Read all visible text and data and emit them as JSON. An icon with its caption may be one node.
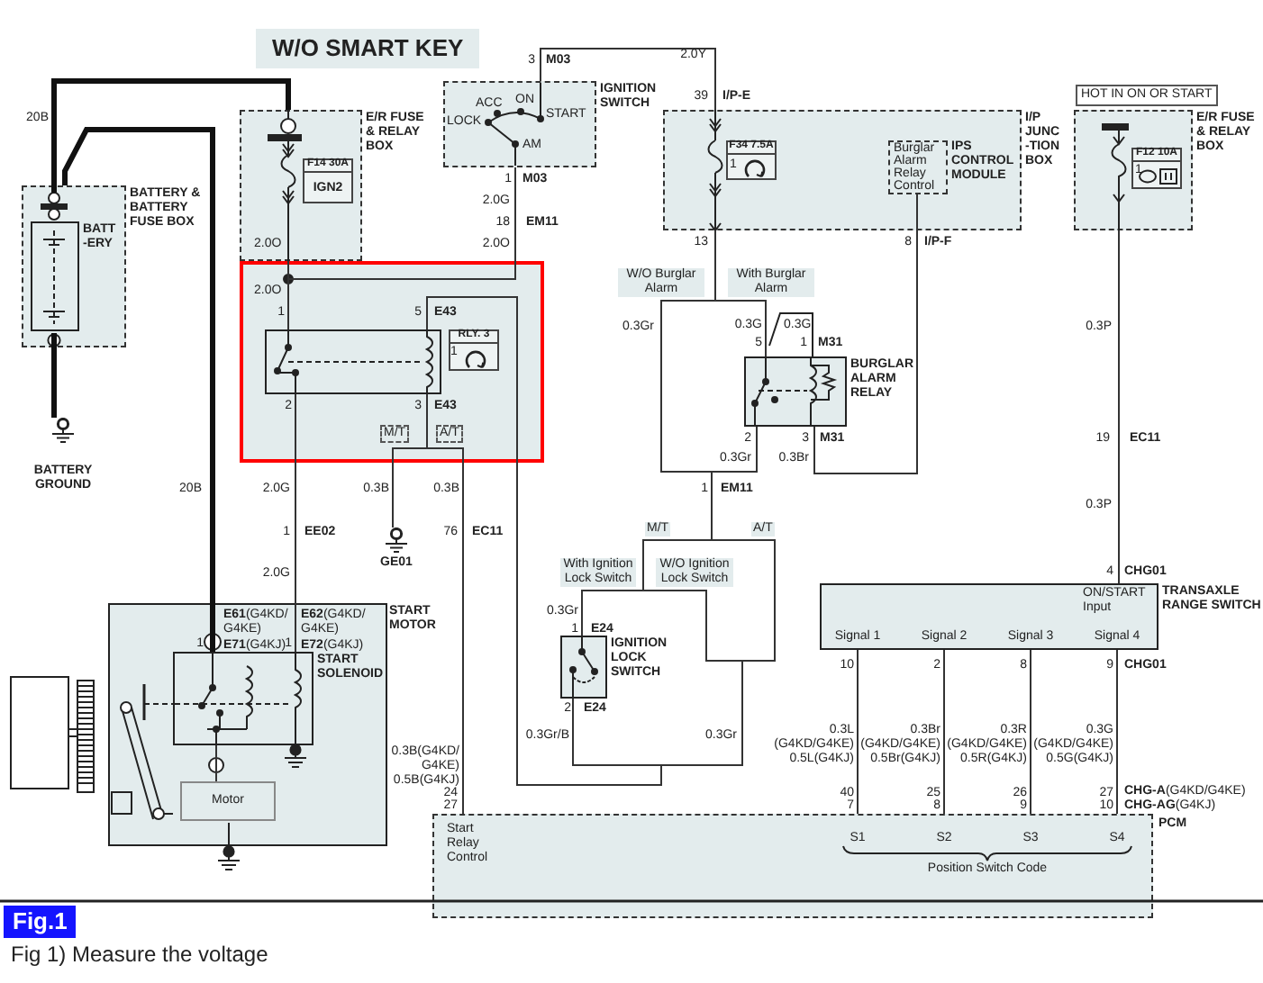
{
  "diagram": {
    "title": "W/O SMART KEY",
    "caption": "Fig 1) Measure the voltage",
    "nodes": [
      {
        "text": [
          "BATTERY & BATTERY FUSE BOX"
        ]
      },
      {
        "text": [
          "BATT -ERY"
        ],
        "in": 0
      },
      {
        "text": [
          "BATTERY GROUND"
        ]
      },
      {
        "text": [
          "E/R FUSE & RELAY BOX"
        ]
      },
      {
        "text": [
          "F14 30A",
          "IGN2"
        ],
        "in": 3
      },
      {
        "text": [
          "RLY. 3"
        ]
      },
      {
        "text": [
          "ACC",
          "ON",
          "LOCK",
          "START",
          "AM",
          "IGNITION SWITCH"
        ]
      },
      {
        "text": [
          "I/P JUNC -TION BOX"
        ]
      },
      {
        "text": [
          "F34 7.5A"
        ],
        "in": 7
      },
      {
        "text": [
          "Burglar Alarm Relay Control",
          "IPS CONTROL MODULE"
        ],
        "in": 7
      },
      {
        "text": [
          "E/R FUSE & RELAY BOX"
        ]
      },
      {
        "text": [
          "F12 10A"
        ],
        "in": 10
      },
      {
        "text": [
          "BURGLAR ALARM RELAY"
        ]
      },
      {
        "text": [
          "GE01"
        ]
      },
      {
        "text": [
          "IGNITION LOCK SWITCH"
        ]
      },
      {
        "text": [
          "ON/START Input",
          "TRANSAXLE RANGE SWITCH",
          "Signal 1",
          "Signal 2",
          "Signal 3",
          "Signal 4"
        ]
      },
      {
        "text": [
          "START MOTOR"
        ]
      },
      {
        "text": [
          "START SOLENOID"
        ],
        "in": 16
      },
      {
        "text": [
          "Motor"
        ],
        "in": 16
      },
      {
        "text": [
          "PCM",
          "Start Relay Control",
          "S1",
          "S2",
          "S3",
          "S4",
          "Position Switch Code"
        ]
      }
    ],
    "edges": [
      {
        "from": 0,
        "to": 3,
        "arrow": "none",
        "style": "thick"
      },
      {
        "from": 0,
        "to": 17,
        "arrow": "none",
        "style": "thick"
      },
      {
        "from": 1,
        "to": 2,
        "arrow": "none",
        "style": "thick"
      },
      {
        "from": 3,
        "to": 5,
        "arrow": "none"
      },
      {
        "from": 6,
        "to": 5,
        "arrow": "none"
      },
      {
        "from": 6,
        "to": 7,
        "arrow": "none"
      },
      {
        "from": 7,
        "to": 12,
        "arrow": "none"
      },
      {
        "from": 7,
        "to": 14,
        "arrow": "none"
      },
      {
        "from": 7,
        "to": 5,
        "arrow": "none"
      },
      {
        "from": 12,
        "to": 14,
        "arrow": "none"
      },
      {
        "from": 12,
        "to": 5,
        "arrow": "none"
      },
      {
        "from": 14,
        "to": 5,
        "arrow": "none"
      },
      {
        "from": 12,
        "to": 9,
        "arrow": "none"
      },
      {
        "from": 5,
        "to": 17,
        "arrow": "none"
      },
      {
        "from": 5,
        "to": 13,
        "arrow": "none"
      },
      {
        "from": 5,
        "to": 19,
        "arrow": "none"
      },
      {
        "from": 10,
        "to": 15,
        "arrow": "none"
      },
      {
        "from": 15,
        "to": 19,
        "arrow": "none"
      },
      {
        "from": 15,
        "to": 19,
        "arrow": "none"
      },
      {
        "from": 15,
        "to": 19,
        "arrow": "none"
      },
      {
        "from": 15,
        "to": 19,
        "arrow": "none"
      },
      {
        "from": 17,
        "to": 18,
        "arrow": "none"
      }
    ],
    "labels": [
      "20B",
      "3",
      "M03",
      "2.0Y",
      "39",
      "I/P-E",
      "HOT IN ON OR START",
      "1",
      "1",
      "1",
      "M03",
      "2.0G",
      "18",
      "EM11",
      "2.0O",
      "2.0O",
      "13",
      "8",
      "I/P-F",
      "W/O Burglar Alarm",
      "With Burglar Alarm",
      "2.0O",
      "1",
      "5",
      "E43",
      "0.3Gr",
      "0.3G",
      "0.3G",
      "5",
      "1",
      "M31",
      "0.3P",
      "1",
      "2",
      "3",
      "E43",
      "M/T",
      "A/T",
      "2",
      "3",
      "M31",
      "19",
      "EC11",
      "0.3Gr",
      "0.3Br",
      "20B",
      "2.0G",
      "0.3B",
      "0.3B",
      "1",
      "EM11",
      "0.3P",
      "1",
      "EE02",
      "76",
      "EC11",
      "M/T",
      "A/T",
      "2.0G",
      "With Ignition Lock Switch",
      "W/O Ignition Lock Switch",
      "4",
      "CHG01",
      "**E61**(G4KD/ G4KE)",
      "**E62**(G4KD/ G4KE)",
      "0.3Gr",
      "1",
      "E24",
      "1",
      "**E71**(G4KJ)",
      "1",
      "**E72**(G4KJ)",
      "10",
      "2",
      "8",
      "9",
      "CHG01",
      "2",
      "E24",
      "0.3Gr/B",
      "0.3Gr",
      "0.3B(G4KD/ G4KE) 0.5B(G4KJ)",
      "0.3L (G4KD/G4KE) 0.5L(G4KJ)",
      "0.3Br (G4KD/G4KE) 0.5Br(G4KJ)",
      "0.3R (G4KD/G4KE) 0.5R(G4KJ)",
      "0.3G (G4KD/G4KE) 0.5G(G4KJ)",
      "24 27",
      "40 7",
      "25 8",
      "26 9",
      "27 10",
      "**CHG-A**(G4KD/G4KE)",
      "**CHG-AG**(G4KJ)",
      "Fig.1"
    ]
  }
}
